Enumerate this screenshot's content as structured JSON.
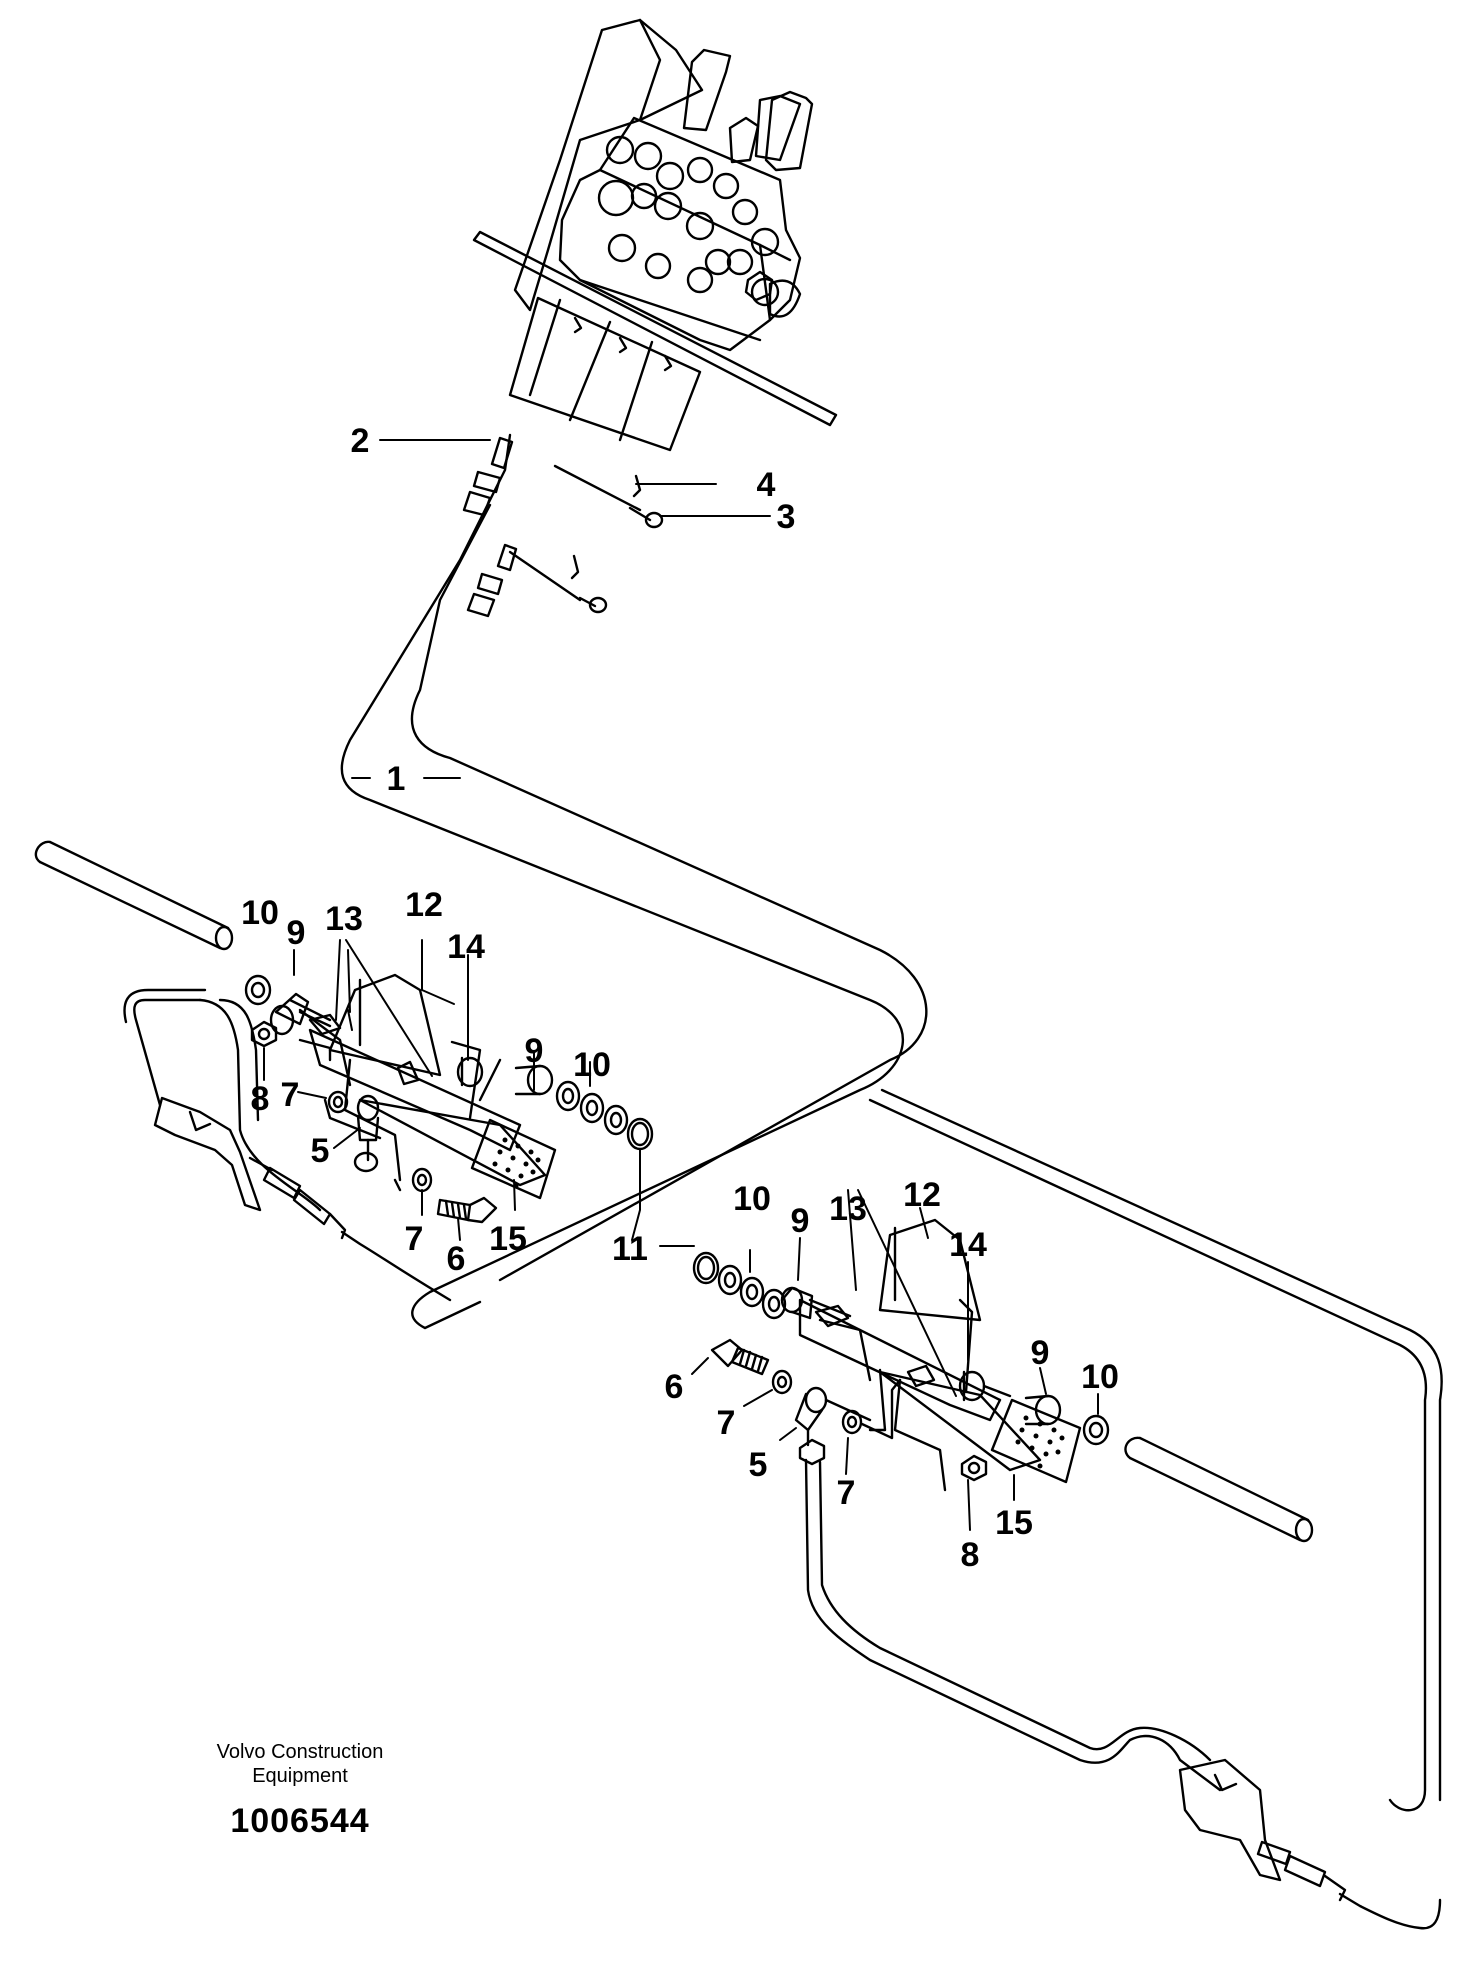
{
  "callouts": [
    "1",
    "2",
    "3",
    "4",
    "5",
    "6",
    "7",
    "8",
    "9",
    "10",
    "11",
    "12",
    "13",
    "14",
    "15"
  ],
  "caption": {
    "brand_line1": "Volvo Construction",
    "brand_line2": "Equipment",
    "drawing_number": "1006544"
  }
}
